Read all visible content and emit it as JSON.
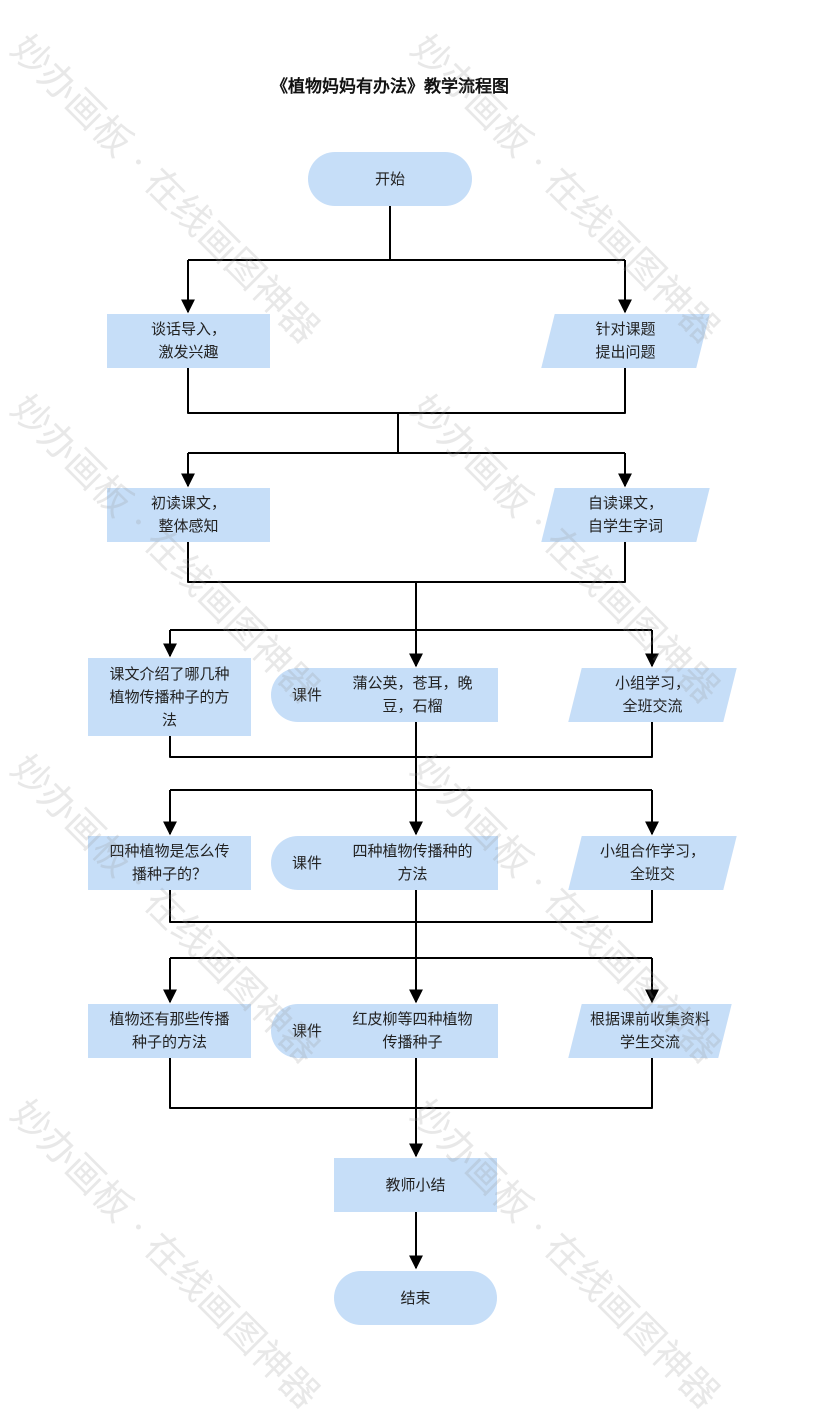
{
  "title": "《植物妈妈有办法》教学流程图",
  "colors": {
    "node_fill": "#c6def8",
    "line": "#000000"
  },
  "nodes": {
    "start": "开始",
    "l1_left": "谈话导入，\n激发兴趣",
    "l1_right": "针对课题\n提出问题",
    "l2_left": "初读课文，\n整体感知",
    "l2_right": "自读课文，\n自学生字词",
    "l3_left": "课文介绍了哪几种\n植物传播种子的方\n法",
    "l3_mid_tag": "课件",
    "l3_mid": "蒲公英，苍耳，晚\n豆，石榴",
    "l3_right": "小组学习，\n全班交流",
    "l4_left": "四种植物是怎么传\n播种子的？",
    "l4_mid_tag": "课件",
    "l4_mid": "四种植物传播种的\n方法",
    "l4_right": "小组合作学习，\n全班交",
    "l5_left": "植物还有那些传播\n种子的方法",
    "l5_mid_tag": "课件",
    "l5_mid": "红皮柳等四种植物\n传播种子",
    "l5_right": "根据课前收集资料\n学生交流",
    "summary": "教师小结",
    "end": "结束"
  },
  "watermark": "妙办画板 · 在线画图神器"
}
